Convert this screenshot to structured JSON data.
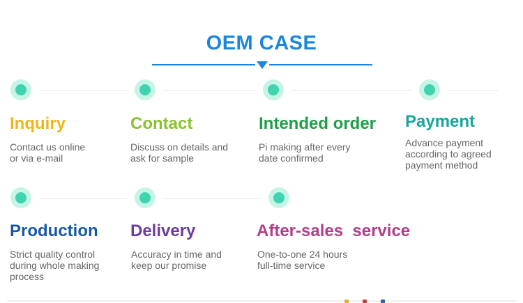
{
  "heading": {
    "title": "OEM CASE",
    "accent_color": "#1a86dd"
  },
  "steps": [
    {
      "title": "Inquiry",
      "color": "#f3b418",
      "lines": [
        "Contact us online",
        "or via e-mail"
      ]
    },
    {
      "title": "Contact",
      "color": "#8ac22d",
      "lines": [
        "Discuss on details and",
        "ask for sample"
      ]
    },
    {
      "title": "Intended order",
      "color": "#1e9e48",
      "lines": [
        "Pi making after every",
        "date confirmed"
      ]
    },
    {
      "title": "Payment",
      "color": "#17a59c",
      "lines": [
        "Advance payment",
        "according to agreed",
        "payment method"
      ]
    },
    {
      "title": "Production",
      "color": "#1759a8",
      "lines": [
        "Strict quality control",
        "during whole making",
        "process"
      ]
    },
    {
      "title": "Delivery",
      "color": "#6c3ba0",
      "lines": [
        "Accuracy in time and",
        "keep our promise"
      ]
    },
    {
      "title": "After-sales  service",
      "color": "#b13d8c",
      "lines": [
        "One-to-one 24 hours",
        "full-time service"
      ]
    }
  ],
  "colors": {
    "dot_outer": "#c6f4e6",
    "dot_inner": "#3fd3b0",
    "text_gray": "#666666"
  }
}
